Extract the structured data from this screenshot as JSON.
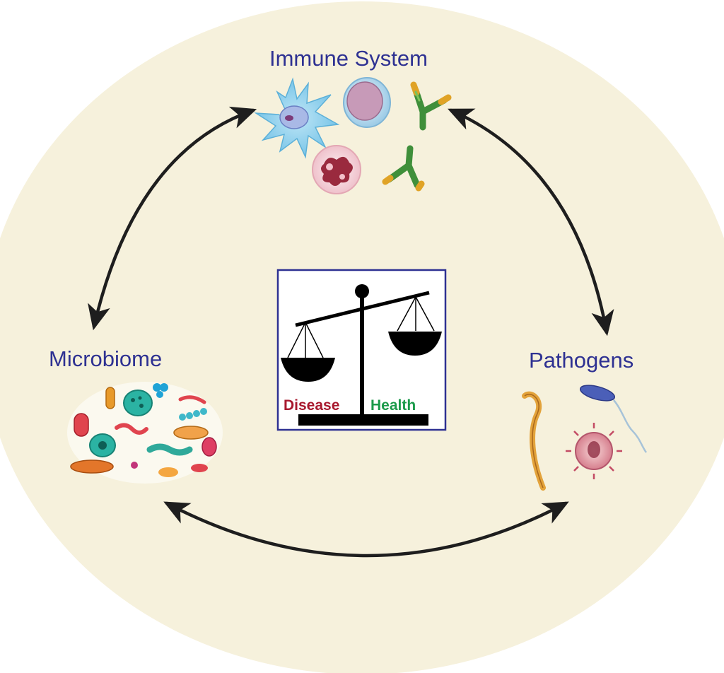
{
  "labels": {
    "immune_system": "Immune System",
    "microbiome": "Microbiome",
    "pathogens": "Pathogens"
  },
  "balance": {
    "left_pan": "Disease",
    "right_pan": "Health",
    "left_color": "#a8192e",
    "right_color": "#1b9a4a"
  },
  "colors": {
    "background_circle": "#f6f1dc",
    "label_text": "#2e3192",
    "arrows": "#1e1e1e",
    "box_border": "#2e3192"
  },
  "connections": [
    {
      "from": "Immune System",
      "to": "Microbiome",
      "direction": "bidirectional"
    },
    {
      "from": "Immune System",
      "to": "Pathogens",
      "direction": "bidirectional"
    },
    {
      "from": "Microbiome",
      "to": "Pathogens",
      "direction": "bidirectional"
    }
  ]
}
